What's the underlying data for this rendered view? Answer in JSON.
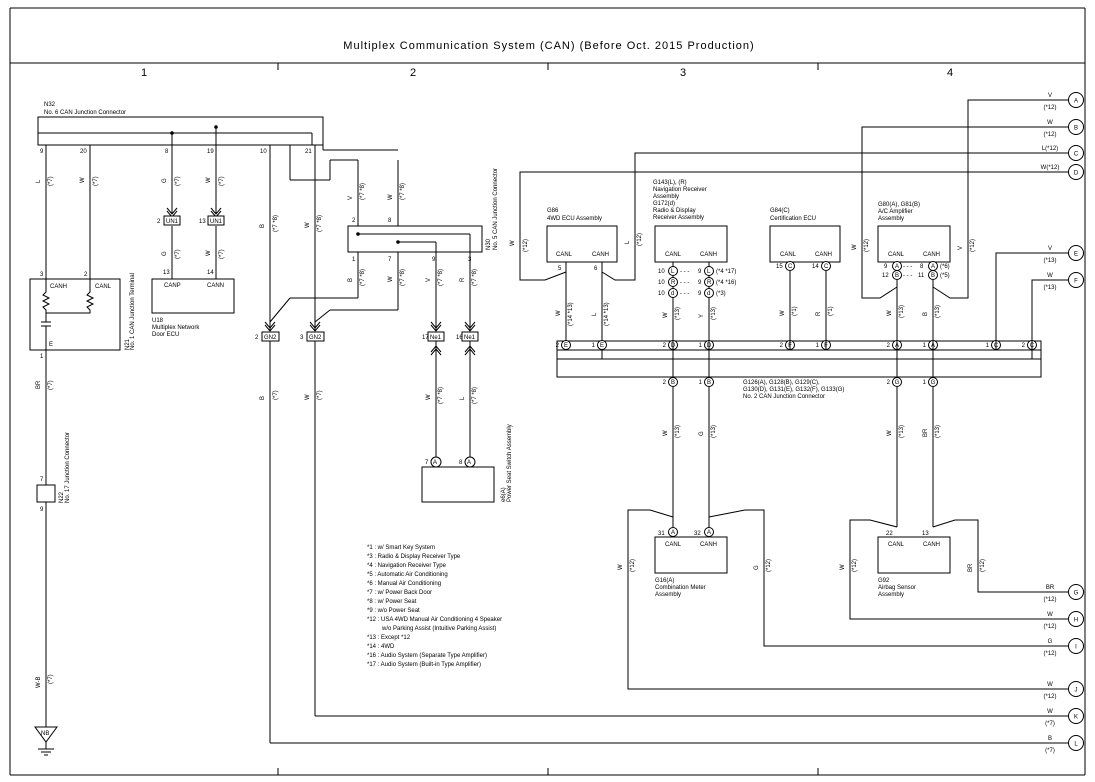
{
  "title": "Multiplex Communication System (CAN) (Before Oct.  2015 Production)",
  "columns": [
    "1",
    "2",
    "3",
    "4"
  ],
  "components": {
    "n32": {
      "code": "N32",
      "name": "No. 6 CAN Junction Connector"
    },
    "n21": {
      "code": "N21",
      "name": "No. 1 CAN Junction Terminal",
      "canh": "CANH",
      "canl": "CANL",
      "e": "E"
    },
    "u18": {
      "code": "U18",
      "name1": "Multiplex Network",
      "name2": "Door ECU",
      "canp": "CANP",
      "cann": "CANN"
    },
    "n30": {
      "code": "N30",
      "name": "No. 5 CAN Junction Connector"
    },
    "n22": {
      "code": "N22",
      "name": "No. 17 Junction Connector"
    },
    "e6": {
      "code": "e6(A)",
      "name": "Power Seat Switch Assembly"
    },
    "g86": {
      "code": "G86",
      "name": "4WD ECU Assembly",
      "canl": "CANL",
      "canh": "CANH"
    },
    "g143": {
      "code": "G143(L), (R)",
      "name1": "Navigation Receiver",
      "name2": "Assembly",
      "code2": "G172(d)",
      "name3": "Radio & Display",
      "name4": "Receiver Assembly",
      "canl": "CANL",
      "canh": "CANH"
    },
    "g84": {
      "code": "G84(C)",
      "name": "Certification ECU",
      "canl": "CANL",
      "canh": "CANH"
    },
    "g80": {
      "code": "G80(A), G81(B)",
      "name1": "A/C Amplifier",
      "name2": "Assembly",
      "canl": "CANL",
      "canh": "CANH"
    },
    "g126": {
      "line1": "G126(A), G128(B), G129(C),",
      "line2": "G130(D), G131(E), G132(F), G133(G)",
      "line3": "No. 2 CAN Junction Connector"
    },
    "g16": {
      "code": "G16(A)",
      "name1": "Combination Meter",
      "name2": "Assembly",
      "canl": "CANL",
      "canh": "CANH"
    },
    "g92": {
      "code": "G92",
      "name1": "Airbag Sensor",
      "name2": "Assembly",
      "canl": "CANL",
      "canh": "CANH"
    },
    "ground": "NB",
    "un1": "UN1",
    "gn2": "GN2",
    "ne1": "Ne1"
  },
  "notes": [
    "*1 : w/ Smart Key System",
    "*3 : Radio & Display Receiver Type",
    "*4 : Navigation Receiver Type",
    "*5 : Automatic Air Conditioning",
    "*6 : Manual Air Conditioning",
    "*7 : w/ Power Back Door",
    "*8 : w/ Power Seat",
    "*9 : w/o Power Seat",
    "*12 : USA 4WD Manual Air Conditioning 4 Speaker",
    "         w/o Parking Assist (Intuitive Parking Assist)",
    "*13 : Except *12",
    "*14 : 4WD",
    "*16 : Audio System (Separate Type Amplifier)",
    "*17 : Audio System (Built-in Type Amplifier)"
  ],
  "connectors": [
    {
      "id": "A",
      "wire": "V",
      "note": "(*12)"
    },
    {
      "id": "B",
      "wire": "W",
      "note": "(*12)"
    },
    {
      "id": "C",
      "wire": "L(*12)",
      "note": ""
    },
    {
      "id": "D",
      "wire": "W(*12)",
      "note": ""
    },
    {
      "id": "E",
      "wire": "V",
      "note": "(*13)"
    },
    {
      "id": "F",
      "wire": "W",
      "note": "(*13)"
    },
    {
      "id": "G",
      "wire": "BR",
      "note": "(*12)"
    },
    {
      "id": "H",
      "wire": "W",
      "note": "(*12)"
    },
    {
      "id": "I",
      "wire": "G",
      "note": "(*12)"
    },
    {
      "id": "J",
      "wire": "W",
      "note": "(*12)"
    },
    {
      "id": "K",
      "wire": "W",
      "note": "(*7)"
    },
    {
      "id": "L",
      "wire": "B",
      "note": "(*7)"
    }
  ],
  "pins": {
    "n32": [
      "9",
      "20",
      "8",
      "19",
      "10",
      "21"
    ],
    "n21": [
      "3",
      "2",
      "1"
    ],
    "u18": [
      "13",
      "14"
    ],
    "n30_top": [
      "2",
      "8"
    ],
    "n30_bot": [
      "1",
      "7",
      "9",
      "3"
    ],
    "gn2": [
      "2",
      "3"
    ],
    "ne1": [
      "17",
      "16"
    ],
    "e6": [
      "7",
      "8"
    ],
    "n22": [
      "7",
      "9"
    ],
    "g86": [
      "5",
      "6"
    ],
    "g84": [
      "15",
      "14"
    ],
    "g80": [
      "9",
      "8",
      "12",
      "11"
    ],
    "g16": [
      "31",
      "32"
    ],
    "g92": [
      "22",
      "13"
    ],
    "jc_top": [
      "2",
      "1",
      "2",
      "1",
      "2",
      "1",
      "2",
      "1",
      "1",
      "2"
    ],
    "jc_bot": [
      "2",
      "1",
      "2",
      "1"
    ]
  },
  "wire_labels": {
    "l_7": "L",
    "w_7": "W",
    "g_7": "G",
    "b_78": "B",
    "w_78": "W",
    "v_78": "V",
    "r_78": "R",
    "br": "BR",
    "wb": "W-B",
    "w12": "W",
    "l12": "L",
    "v12": "V",
    "y": "Y",
    "r": "R",
    "g": "G",
    "brw": "BR",
    "wg": "W",
    "gg": "G"
  },
  "wire_notes": {
    "p7": "(*7)",
    "p78": "(*7 *8)",
    "p14_13": "(*14 *13)",
    "p13": "(*13)",
    "p12": "(*12)",
    "p1": "(*1)",
    "p8": "(*8)",
    "p5": "(*5)",
    "p6": "(*6)",
    "g143r1": "(*4 *17)",
    "g143r2": "(*4 *16)",
    "g143r3": "(*3)"
  },
  "g143_rows": [
    {
      "p1": "10",
      "c1": "L",
      "p2": "9",
      "c2": "L"
    },
    {
      "p1": "10",
      "c1": "R",
      "p2": "9",
      "c2": "R"
    },
    {
      "p1": "10",
      "c1": "d",
      "p2": "9",
      "c2": "d"
    }
  ]
}
